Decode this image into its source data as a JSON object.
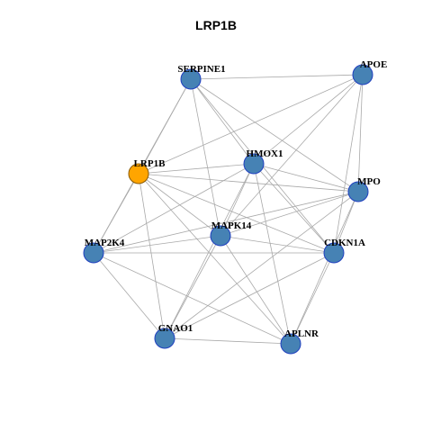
{
  "title": "LRP1B",
  "colors": {
    "node_fill": "#4682B4",
    "node_stroke": "#1f3fbf",
    "focus_fill": "#FFA500",
    "focus_stroke": "#8a5a00",
    "edge": "#a9a9a9"
  },
  "nodes": [
    {
      "id": "SERPINE1",
      "label": "SERPINE1",
      "focus": false
    },
    {
      "id": "APOE",
      "label": "APOE",
      "focus": false
    },
    {
      "id": "HMOX1",
      "label": "HMOX1",
      "focus": false
    },
    {
      "id": "LRP1B",
      "label": "LRP1B",
      "focus": true
    },
    {
      "id": "MPO",
      "label": "MPO",
      "focus": false
    },
    {
      "id": "MAPK14",
      "label": "MAPK14",
      "focus": false
    },
    {
      "id": "MAP2K4",
      "label": "MAP2K4",
      "focus": false
    },
    {
      "id": "CDKN1A",
      "label": "CDKN1A",
      "focus": false
    },
    {
      "id": "GNAO1",
      "label": "GNAO1",
      "focus": false
    },
    {
      "id": "APLNR",
      "label": "APLNR",
      "focus": false
    }
  ],
  "edges": [
    [
      "SERPINE1",
      "APOE"
    ],
    [
      "SERPINE1",
      "LRP1B"
    ],
    [
      "SERPINE1",
      "MAP2K4"
    ],
    [
      "SERPINE1",
      "HMOX1"
    ],
    [
      "SERPINE1",
      "MPO"
    ],
    [
      "SERPINE1",
      "CDKN1A"
    ],
    [
      "SERPINE1",
      "MAPK14"
    ],
    [
      "APOE",
      "LRP1B"
    ],
    [
      "APOE",
      "HMOX1"
    ],
    [
      "APOE",
      "MPO"
    ],
    [
      "APOE",
      "CDKN1A"
    ],
    [
      "APOE",
      "MAPK14"
    ],
    [
      "LRP1B",
      "HMOX1"
    ],
    [
      "LRP1B",
      "MPO"
    ],
    [
      "LRP1B",
      "MAPK14"
    ],
    [
      "LRP1B",
      "CDKN1A"
    ],
    [
      "LRP1B",
      "MAP2K4"
    ],
    [
      "LRP1B",
      "GNAO1"
    ],
    [
      "LRP1B",
      "APLNR"
    ],
    [
      "HMOX1",
      "MPO"
    ],
    [
      "HMOX1",
      "CDKN1A"
    ],
    [
      "HMOX1",
      "MAPK14"
    ],
    [
      "HMOX1",
      "MAP2K4"
    ],
    [
      "HMOX1",
      "GNAO1"
    ],
    [
      "HMOX1",
      "APLNR"
    ],
    [
      "MPO",
      "MAPK14"
    ],
    [
      "MPO",
      "CDKN1A"
    ],
    [
      "MPO",
      "MAP2K4"
    ],
    [
      "MPO",
      "GNAO1"
    ],
    [
      "MPO",
      "APLNR"
    ],
    [
      "MAPK14",
      "MAP2K4"
    ],
    [
      "MAPK14",
      "CDKN1A"
    ],
    [
      "MAPK14",
      "GNAO1"
    ],
    [
      "MAPK14",
      "APLNR"
    ],
    [
      "MAP2K4",
      "CDKN1A"
    ],
    [
      "MAP2K4",
      "GNAO1"
    ],
    [
      "MAP2K4",
      "APLNR"
    ],
    [
      "CDKN1A",
      "GNAO1"
    ],
    [
      "CDKN1A",
      "APLNR"
    ],
    [
      "GNAO1",
      "APLNR"
    ]
  ]
}
